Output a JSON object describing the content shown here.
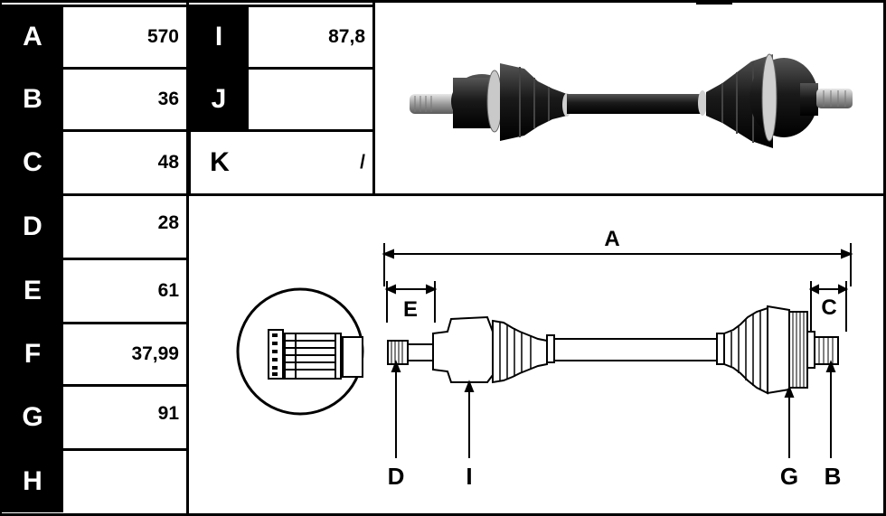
{
  "table": {
    "rows_left": [
      {
        "label": "A",
        "value": "570"
      },
      {
        "label": "B",
        "value": "36"
      },
      {
        "label": "C",
        "value": "48"
      },
      {
        "label": "D",
        "value": "28"
      },
      {
        "label": "E",
        "value": "61"
      },
      {
        "label": "F",
        "value": "37,99"
      },
      {
        "label": "G",
        "value": "91"
      },
      {
        "label": "H",
        "value": ""
      }
    ],
    "rows_right": [
      {
        "label": "I",
        "value": "87,8"
      },
      {
        "label": "J",
        "value": ""
      },
      {
        "label": "K",
        "value": "/"
      }
    ]
  },
  "diagram": {
    "labels": {
      "A": "A",
      "B": "B",
      "C": "C",
      "D": "D",
      "E": "E",
      "G": "G",
      "I": "I"
    }
  },
  "colors": {
    "letter_bg": "#000000",
    "letter_fg": "#ffffff",
    "line": "#000000"
  },
  "icons": [
    "drive-shaft-photo",
    "spline-detail-icon",
    "drive-shaft-drawing"
  ]
}
